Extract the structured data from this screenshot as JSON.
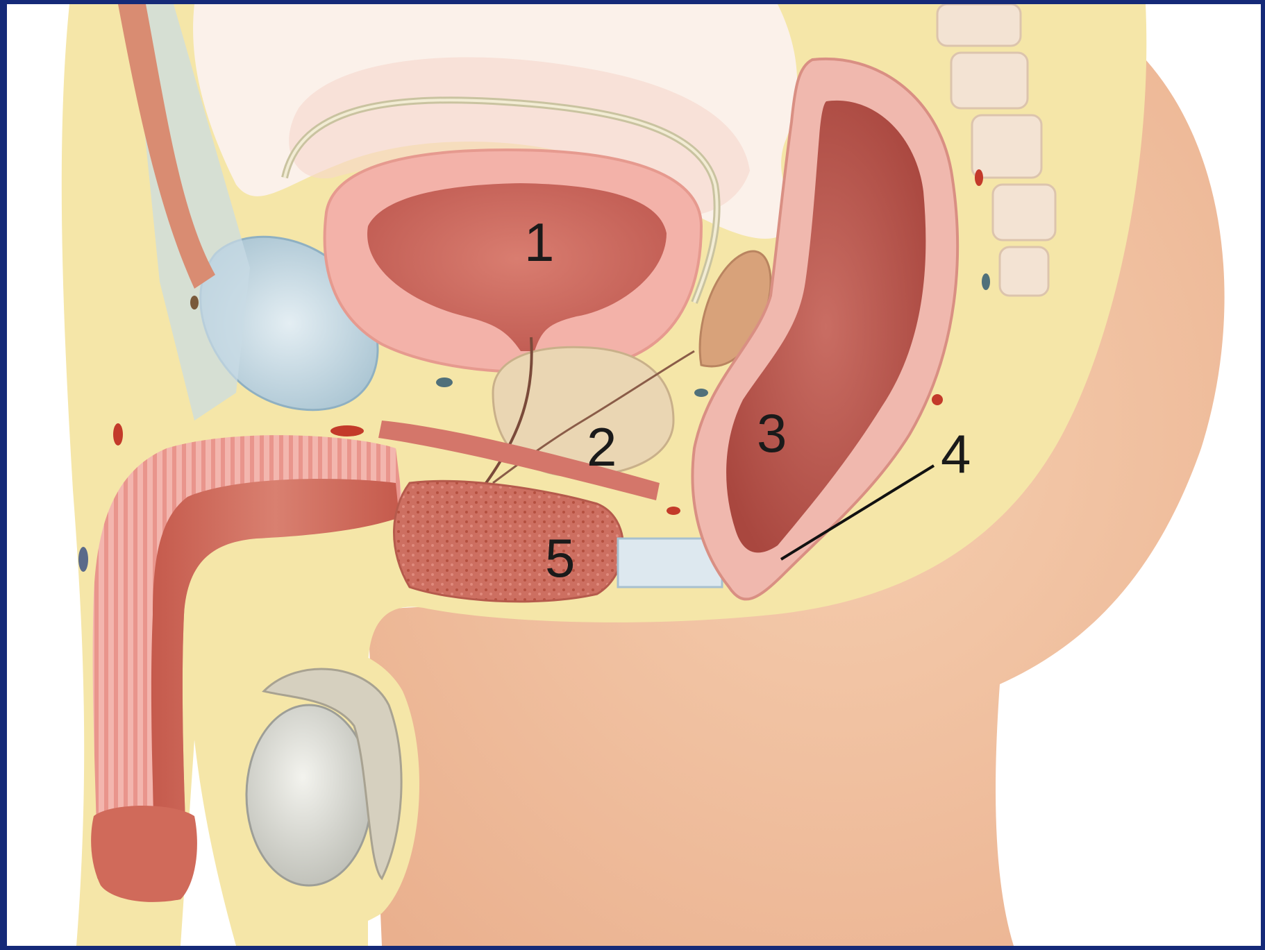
{
  "figure": {
    "labels": [
      {
        "id": "label-1",
        "text": "1"
      },
      {
        "id": "label-2",
        "text": "2"
      },
      {
        "id": "label-3",
        "text": "3"
      },
      {
        "id": "label-4",
        "text": "4"
      },
      {
        "id": "label-5",
        "text": "5"
      }
    ]
  },
  "colors": {
    "frame_border": "#152a78",
    "background": "#ffffff",
    "skin": "#f2c09e",
    "fat_tissue": "#f5e6a8",
    "muscle_tissue": "#c9675c",
    "mucosa": "#f0b7ae",
    "bone": "#f3e3d3",
    "testis": "#d8d8d0",
    "label_text": "#1a1a1a"
  }
}
